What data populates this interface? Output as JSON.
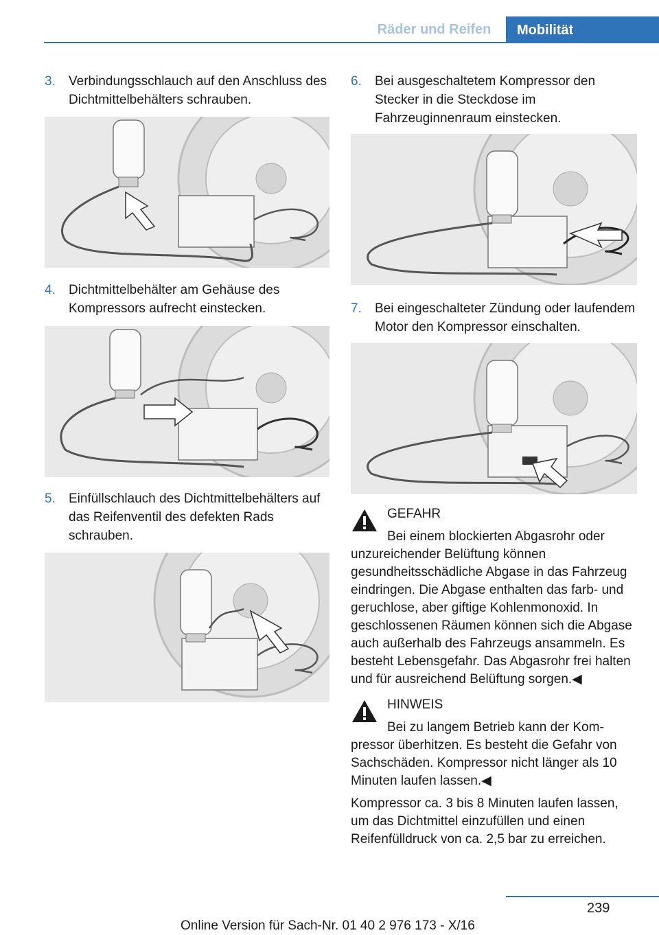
{
  "header": {
    "section": "Räder und Reifen",
    "chapter": "Mobilität"
  },
  "steps": [
    {
      "num": "3.",
      "text": "Verbindungsschlauch auf den Anschluss des Dichtmittelbehälters schrauben."
    },
    {
      "num": "4.",
      "text": "Dichtmittelbehälter am Gehäuse des Kompressors aufrecht einstecken."
    },
    {
      "num": "5.",
      "text": "Einfüllschlauch des Dichtmittelbehälters auf das Reifenventil des defekten Rads schrauben."
    },
    {
      "num": "6.",
      "text": "Bei ausgeschaltetem Kompressor den Stecker in die Steckdose im Fahrzeuginnenraum einstecken."
    },
    {
      "num": "7.",
      "text": "Bei eingeschalteter Zündung oder laufendem Motor den Kompressor einschalten."
    }
  ],
  "warnings": [
    {
      "title": "GEFAHR",
      "first_line": "Bei einem blockierten Abgasrohr oder",
      "body": "unzureichender Belüftung können gesundheitsschädliche Abgase in das Fahrzeug eindringen. Die Abgase enthalten das farb- und geruchlose, aber giftige Kohlenmonoxid. In geschlossenen Räumen können sich die Abgase auch außerhalb des Fahrzeugs ansammeln. Es besteht Lebensgefahr. Das Abgasrohr frei halten und für ausreichend Belüftung sorgen.◀"
    },
    {
      "title": "HINWEIS",
      "first_line": "Bei zu langem Betrieb kann der Kom-",
      "body": "pressor überhitzen. Es besteht die Gefahr von Sachschäden. Kompressor nicht länger als 10 Minuten laufen lassen.◀"
    }
  ],
  "paragraph": "Kompressor ca. 3 bis 8 Minuten laufen lassen, um das Dichtmittel einzufüllen und einen Reifenfülldruck von ca. 2,5 bar zu erreichen.",
  "footer": {
    "page": "239",
    "online": "Online Version für Sach-Nr. 01 40 2 976 173 - X/16"
  }
}
